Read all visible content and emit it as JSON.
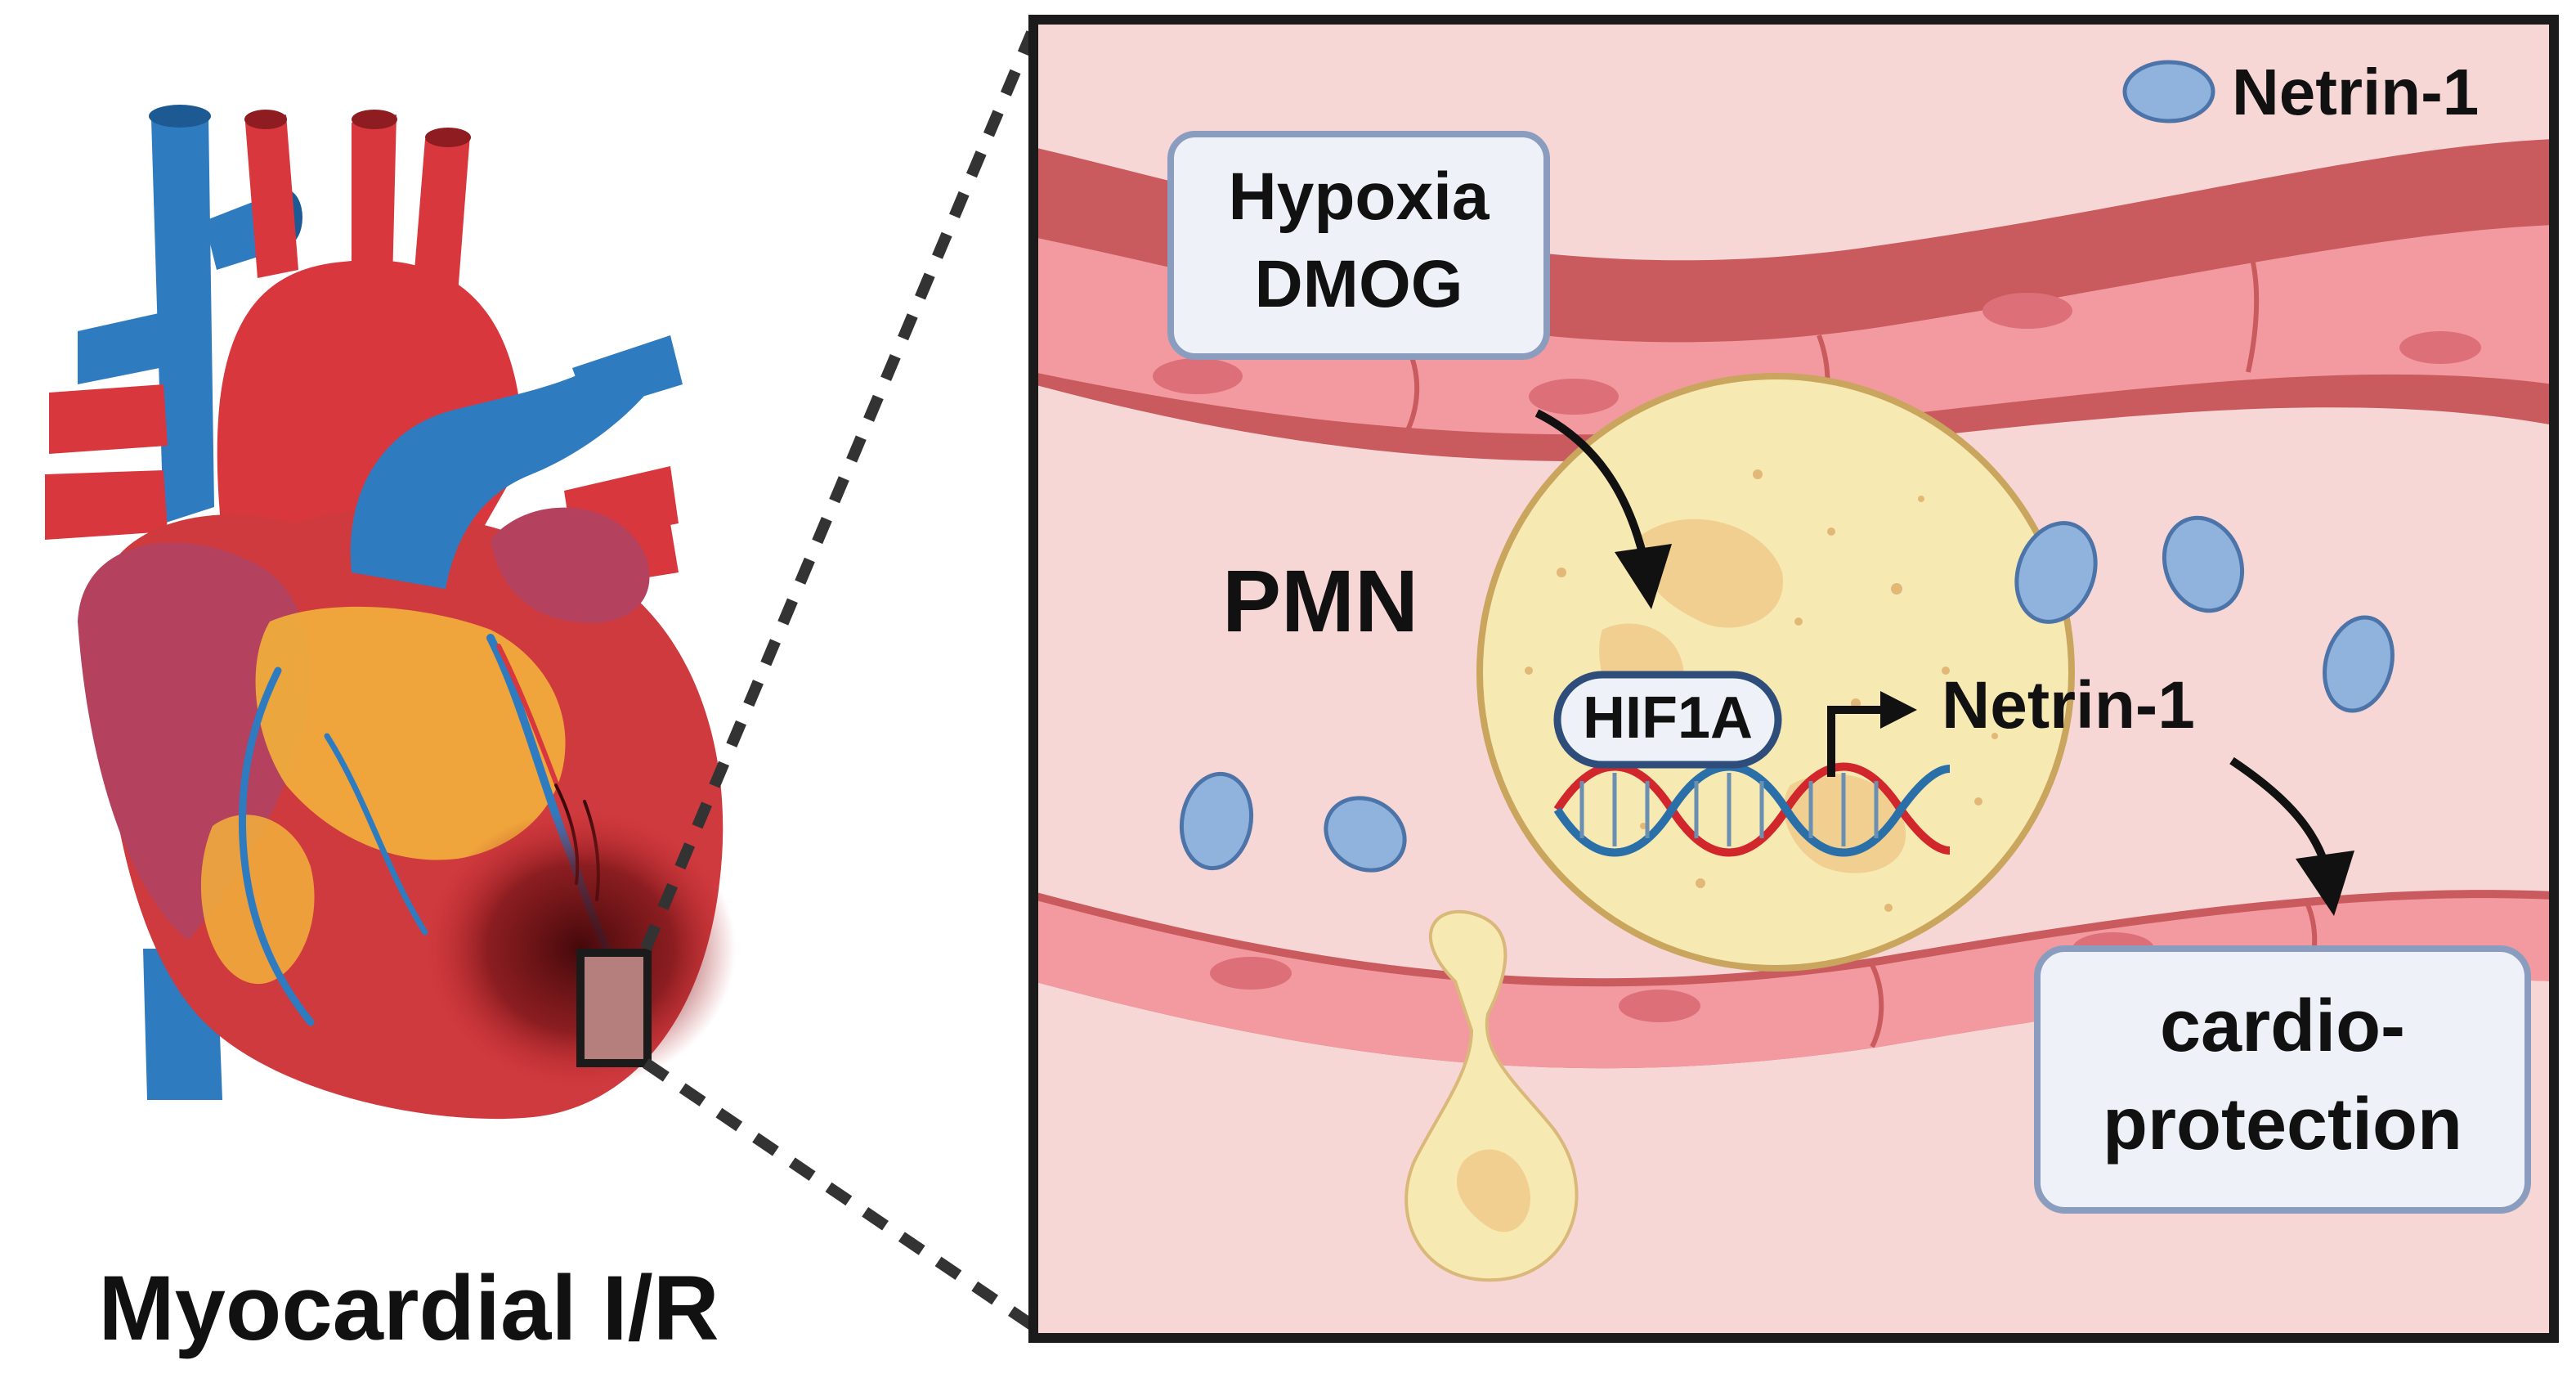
{
  "figure": {
    "caption": "Myocardial I/R",
    "legend_label": "Netrin-1",
    "stimulus_box": {
      "line1": "Hypoxia",
      "line2": "DMOG"
    },
    "cell_label": "PMN",
    "tf_label": "HIF1A",
    "product_label": "Netrin-1",
    "outcome_box": {
      "line1": "cardio-",
      "line2": "protection"
    }
  },
  "colors": {
    "vessel_wall": "#c95a5e",
    "vessel_lumen": "#f3c4c4",
    "panel_bg": "#f6d7d5",
    "endothelial_cell": "#f29aa0",
    "neutrophil": "#f7e9b2",
    "netrin_particle": "#8fb3dc",
    "box_border": "#8a9dbf",
    "box_fill": "#eef2f8",
    "heart_red": "#d8383d",
    "vein_blue": "#2f7bc0",
    "fat_yellow": "#f2b13b",
    "infarct_dark": "#5a0f12"
  }
}
